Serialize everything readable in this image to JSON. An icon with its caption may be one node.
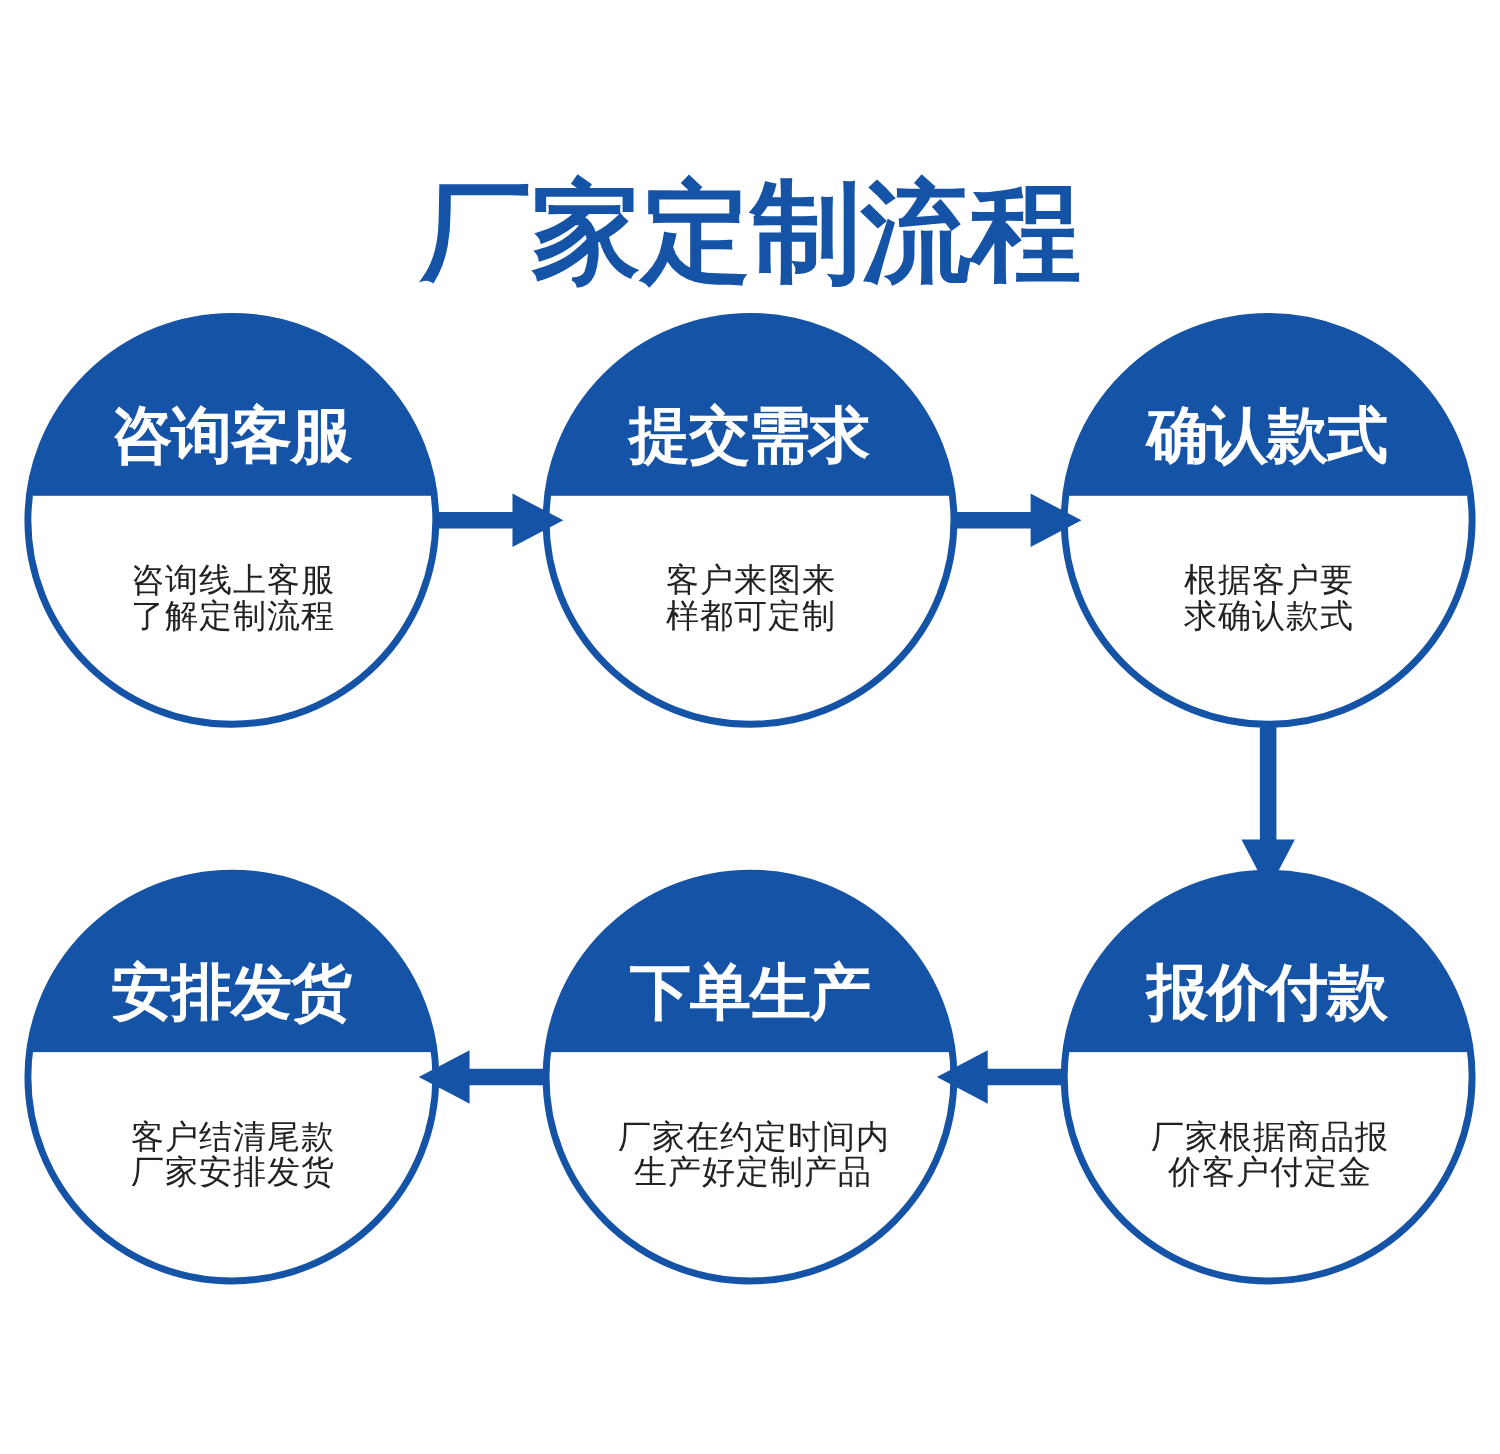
{
  "diagram": {
    "title": "厂家定制流程",
    "nodes": [
      {
        "text": [
          "咨询客服",
          "咨询线上客服了解定制流程"
        ]
      },
      {
        "text": [
          "提交需求",
          "客户来图来样都可定制"
        ]
      },
      {
        "text": [
          "确认款式",
          "根据客户要求确认款式"
        ]
      },
      {
        "text": [
          "报价付款",
          "厂家根据商品报价客户付定金"
        ]
      },
      {
        "text": [
          "下单生产",
          "厂家在约定时间内生产好定制产品"
        ]
      },
      {
        "text": [
          "安排发货",
          "客户结清尾款厂家安排发货"
        ]
      }
    ],
    "edges": [
      {
        "from": 0,
        "to": 1,
        "arrow": "to"
      },
      {
        "from": 1,
        "to": 2,
        "arrow": "to"
      },
      {
        "from": 2,
        "to": 3,
        "arrow": "to"
      },
      {
        "from": 3,
        "to": 4,
        "arrow": "to"
      },
      {
        "from": 4,
        "to": 5,
        "arrow": "to"
      }
    ]
  }
}
